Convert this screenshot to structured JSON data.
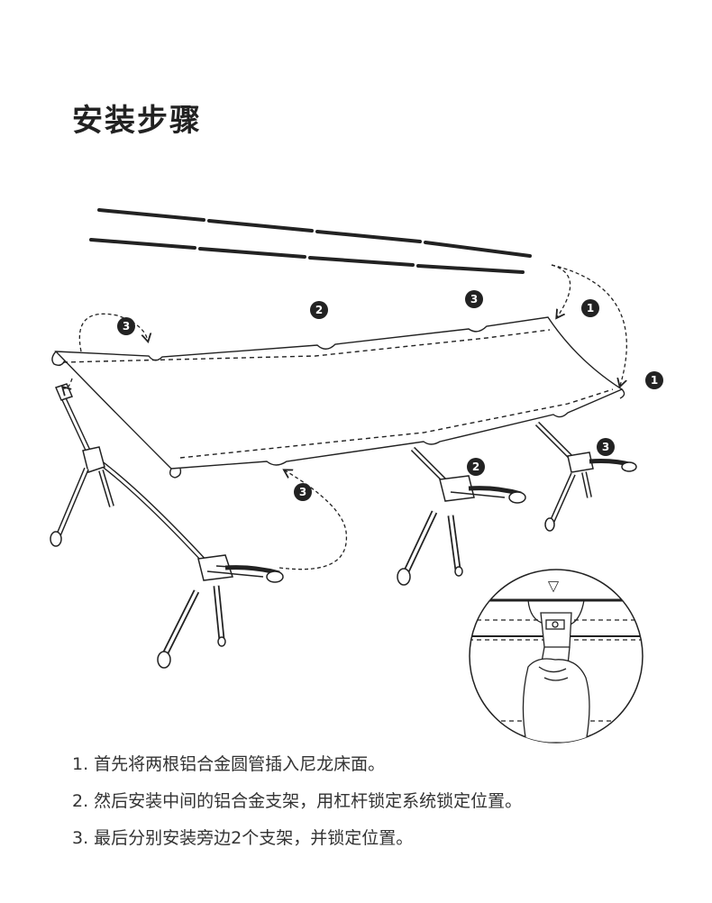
{
  "page": {
    "title": "安装步骤"
  },
  "labels": {
    "step1": "1",
    "step2": "2",
    "step3": "3",
    "marker": "▽"
  },
  "icons": {
    "badge": "circled-number-icon",
    "detail": "lever-lock-detail-icon"
  },
  "colors": {
    "line": "#222222",
    "background": "#ffffff"
  },
  "steps": [
    "1. 首先将两根铝合金圆管插入尼龙床面。",
    "2. 然后安装中间的铝合金支架，用杠杆锁定系统锁定位置。",
    "3. 最后分别安装旁边2个支架，并锁定位置。"
  ]
}
